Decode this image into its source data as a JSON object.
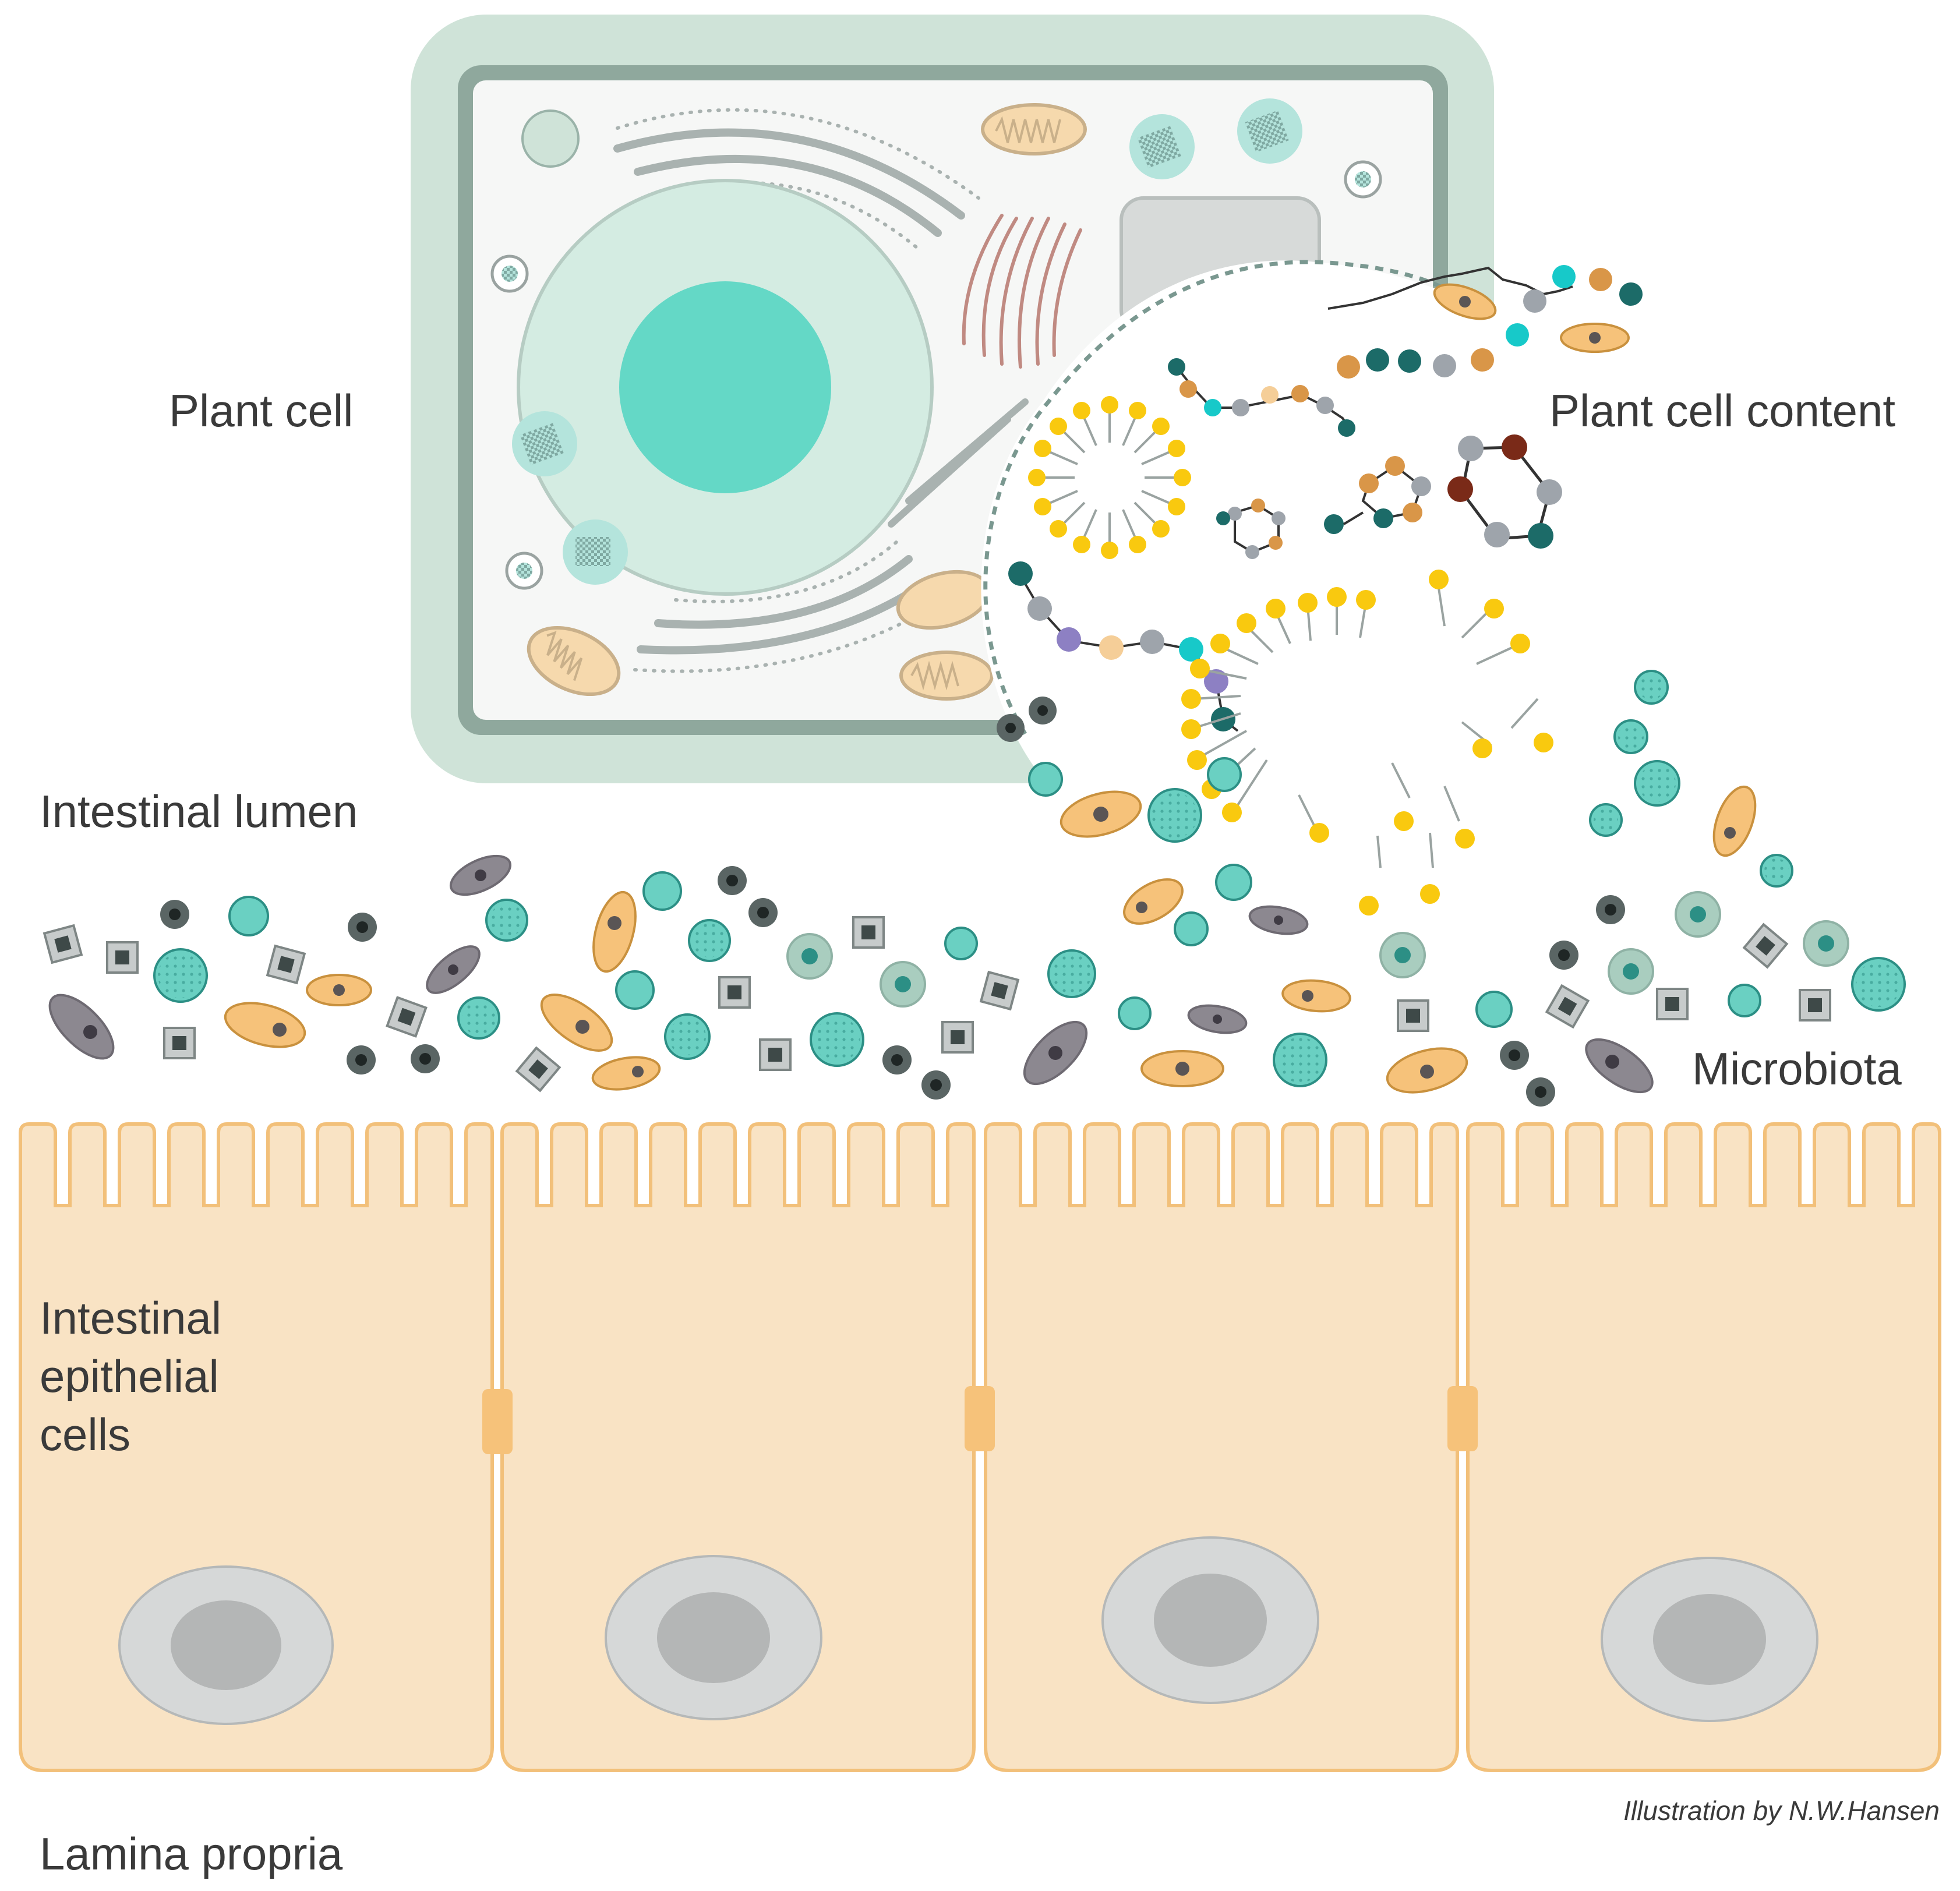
{
  "labels": {
    "plant_cell": "Plant cell",
    "plant_cell_content": "Plant cell content",
    "intestinal_lumen": "Intestinal lumen",
    "microbiota": "Microbiota",
    "epithelial_line1": "Intestinal",
    "epithelial_line2": "epithelial",
    "epithelial_line3": "cells",
    "lamina_propria": "Lamina propria",
    "credit": "Illustration by N.W.Hansen"
  },
  "colors": {
    "cell_wall_outer": "#cfe3d8",
    "cell_wall_inner": "#8fa89d",
    "cytoplasm": "#f6f7f6",
    "nucleus": "#d4ece2",
    "nucleolus": "#64d8c6",
    "mitochondria": "#f6d9ad",
    "golgi": "#c08a82",
    "er": "#a9b2b0",
    "epithelium": "#f9e3c4",
    "epithelium_border": "#f2c07a",
    "epithelial_nucleus": "#d6d8d8",
    "epithelial_nucleolus": "#b4b6b6",
    "lipid_head": "#f9c90f",
    "bacteria_teal": "#6ad0c2",
    "bacteria_orange": "#f6c27a",
    "bacteria_grey": "#8c8890",
    "bacteria_dark": "#5a6564",
    "molecule_teal_dark": "#1c6b68",
    "molecule_cyan": "#17c9c9",
    "molecule_orange": "#d99648",
    "molecule_grey": "#9ea4ab",
    "molecule_purple": "#8d80c3",
    "molecule_peach": "#f5ce98",
    "molecule_red": "#7a2a18"
  },
  "icons": [
    "plant-cell-icon",
    "nucleus-icon",
    "mitochondrion-icon",
    "golgi-icon",
    "endoplasmic-reticulum-icon",
    "chloroplast-icon",
    "vacuole-icon",
    "micelle-icon",
    "molecule-chain-icon",
    "ring-molecule-icon",
    "bacterium-icon",
    "epithelial-cell-icon",
    "microvilli-icon",
    "tight-junction-icon"
  ]
}
